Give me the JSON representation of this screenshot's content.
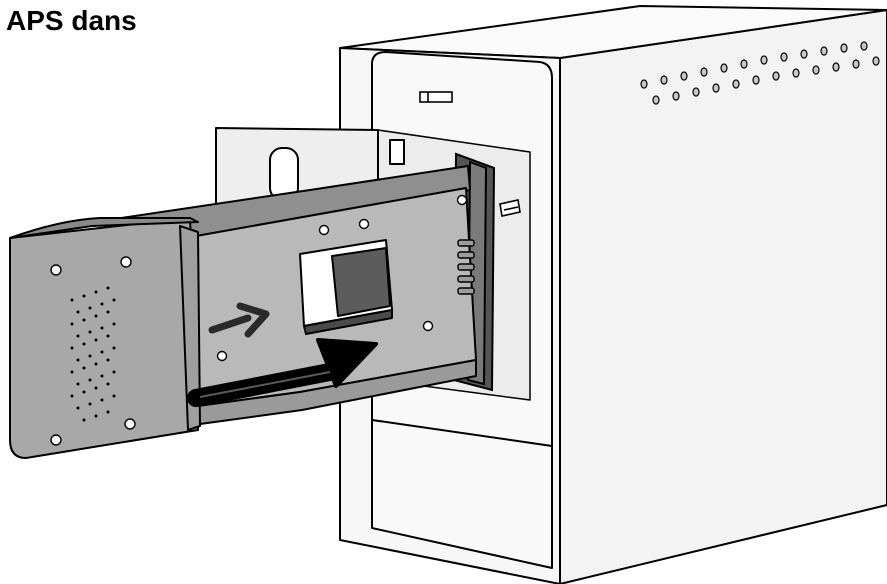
{
  "heading": "APS dans",
  "colors": {
    "scanner_body": "#f1f1f1",
    "scanner_outline": "#000000",
    "adapter_gray": "#b6b6b6",
    "adapter_dark": "#7c7c7c",
    "slot_dark": "#4a4a4a",
    "arrow": "#000000"
  },
  "icons": [
    "insert-direction-arrow",
    "film-slot-symbol",
    "ventilation-holes"
  ]
}
